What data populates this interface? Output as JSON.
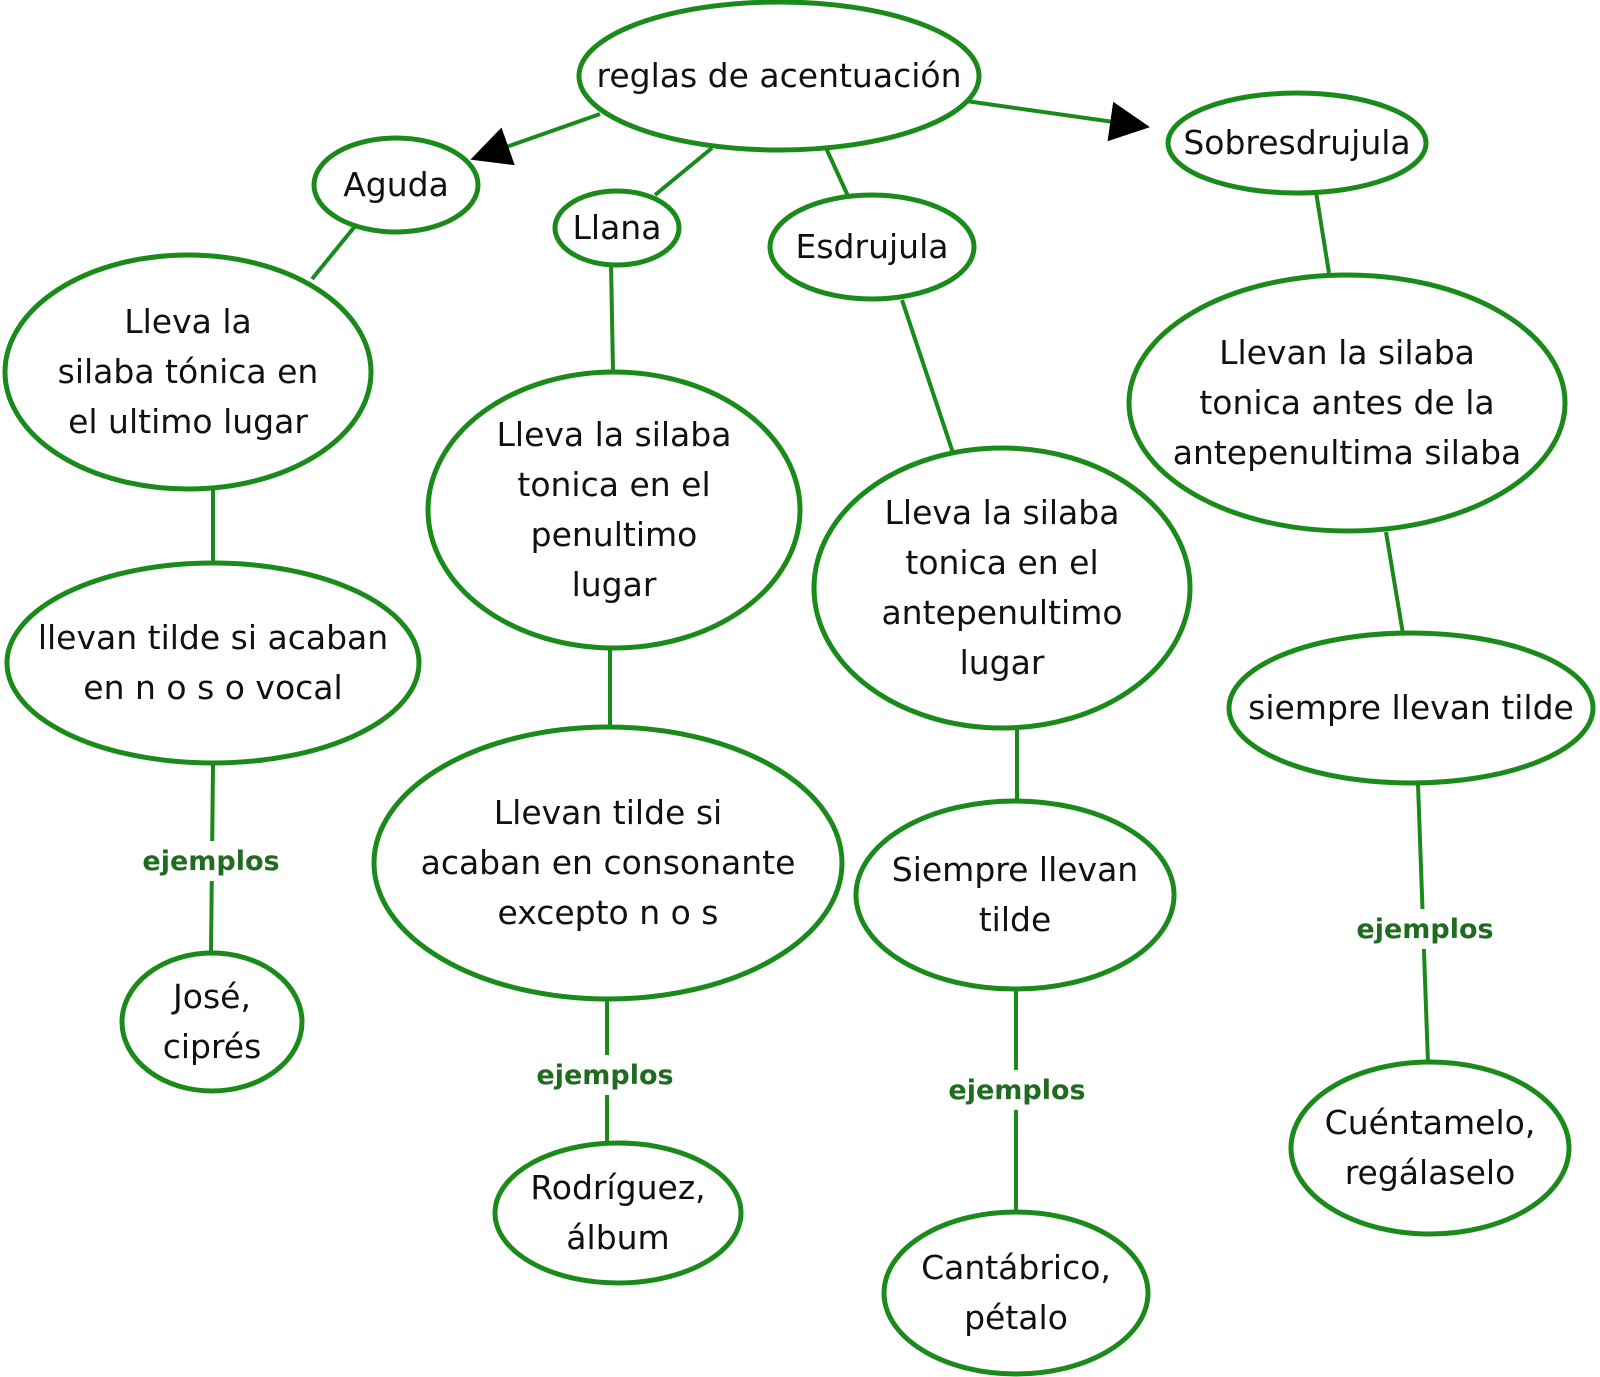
{
  "colors": {
    "stroke": "#1a8a1a",
    "text": "#111111",
    "edge_label": "#1f6b1f",
    "background": "#ffffff"
  },
  "nodes": {
    "root": {
      "lines": [
        "reglas de acentuación"
      ]
    },
    "aguda": {
      "lines": [
        "Aguda"
      ]
    },
    "llana": {
      "lines": [
        "Llana"
      ]
    },
    "esdrujula": {
      "lines": [
        "Esdrujula"
      ]
    },
    "sobresdrujula": {
      "lines": [
        "Sobresdrujula"
      ]
    },
    "aguda_def": {
      "lines": [
        "Lleva la",
        "silaba tónica en",
        "el ultimo lugar"
      ]
    },
    "llana_def": {
      "lines": [
        "Lleva la silaba",
        "tonica en el",
        "penultimo",
        "lugar"
      ]
    },
    "esdrujula_def": {
      "lines": [
        "Lleva la silaba",
        "tonica en el",
        "antepenultimo",
        "lugar"
      ]
    },
    "sobresdrujula_def": {
      "lines": [
        "Llevan la silaba",
        "tonica antes de la",
        "antepenultima silaba"
      ]
    },
    "aguda_rule": {
      "lines": [
        "llevan tilde si acaban",
        "en n o s o vocal"
      ]
    },
    "llana_rule": {
      "lines": [
        "Llevan tilde  si",
        "acaban en consonante",
        "excepto n o s"
      ]
    },
    "esdrujula_rule": {
      "lines": [
        "Siempre llevan",
        "tilde"
      ]
    },
    "sobresdrujula_rule": {
      "lines": [
        "siempre llevan tilde"
      ]
    },
    "aguda_example": {
      "lines": [
        "José,",
        "ciprés"
      ]
    },
    "llana_example": {
      "lines": [
        "Rodríguez,",
        "álbum"
      ]
    },
    "esdrujula_example": {
      "lines": [
        "Cantábrico,",
        "pétalo"
      ]
    },
    "sobresdrujula_example": {
      "lines": [
        "Cuéntamelo,",
        "regálaselo"
      ]
    }
  },
  "edge_labels": {
    "aguda": "ejemplos",
    "llana": "ejemplos",
    "esdrujula": "ejemplos",
    "sobresdrujula": "ejemplos"
  }
}
